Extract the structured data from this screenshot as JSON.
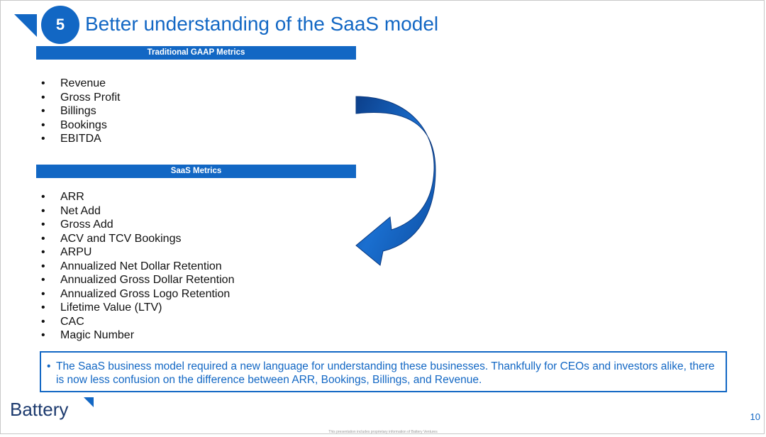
{
  "slide": {
    "number": "5",
    "title": "Better understanding of the SaaS model",
    "page_number": "10",
    "footer_note": "This presentation includes proprietary information of Battery Ventures"
  },
  "sections": {
    "gaap": {
      "header": "Traditional GAAP Metrics",
      "items": [
        "Revenue",
        "Gross Profit",
        "Billings",
        "Bookings",
        "EBITDA"
      ]
    },
    "saas": {
      "header": "SaaS Metrics",
      "items": [
        "ARR",
        "Net Add",
        "Gross Add",
        "ACV and TCV Bookings",
        "ARPU",
        "Annualized Net Dollar Retention",
        "Annualized Gross Dollar Retention",
        "Annualized Gross Logo Retention",
        "Lifetime Value (LTV)",
        "CAC",
        "Magic Number"
      ]
    }
  },
  "callout": {
    "bullet": "•",
    "text": "The SaaS business model required a new language for understanding these businesses. Thankfully for CEOs and investors alike, there is now less confusion on the difference between ARR, Bookings, Billings, and Revenue."
  },
  "logo": {
    "text": "Battery"
  },
  "icons": {
    "corner": "corner-triangle-icon",
    "arrow": "curved-arrow-icon",
    "logo_mark": "logo-triangle-icon"
  },
  "colors": {
    "accent": "#1267c4",
    "logo_text": "#1c3a6e"
  }
}
